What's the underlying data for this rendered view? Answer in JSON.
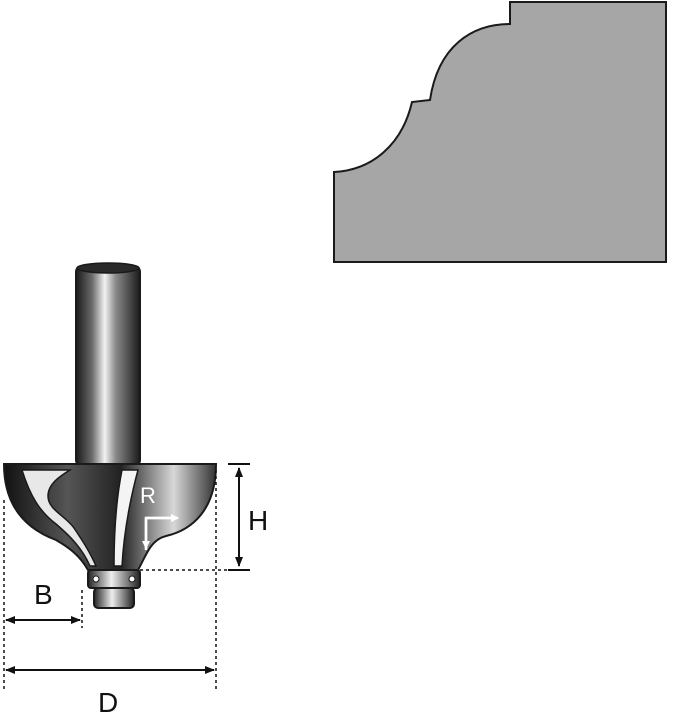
{
  "labels": {
    "radius": "R",
    "height": "H",
    "bearing": "B",
    "diameter": "D"
  },
  "colors": {
    "profile_fill": "#a6a6a6",
    "outline": "#1a1a1a",
    "dimension": "#111111",
    "background": "#ffffff"
  },
  "icons": {
    "router_bit": "router-bit-icon",
    "profile": "ogee-profile-shape"
  }
}
